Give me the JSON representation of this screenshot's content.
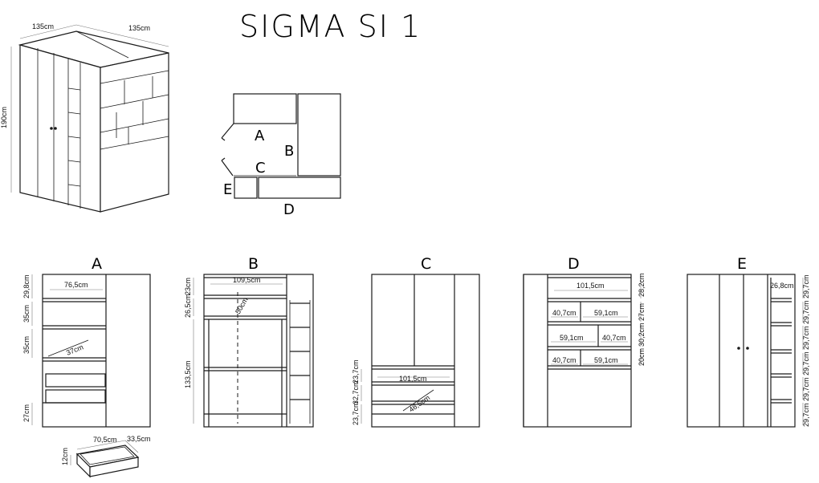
{
  "title": "SIGMA SI 1",
  "iso": {
    "width": "135cm",
    "depth": "135cm",
    "height": "190cm"
  },
  "plan_labels": {
    "a": "A",
    "b": "B",
    "c": "C",
    "d": "D",
    "e": "E"
  },
  "views": {
    "a": {
      "label": "A",
      "w": "76,5cm",
      "diag": "37cm",
      "h1": "29,8cm",
      "h2": "35cm",
      "h3": "35cm",
      "h4": "27cm"
    },
    "b": {
      "label": "B",
      "w": "109,5cm",
      "diag": "50cm",
      "h1": "23cm",
      "h2": "26,5cm",
      "h3": "133,5cm"
    },
    "c": {
      "label": "C",
      "w": "101,5cm",
      "diag": "48,5cm",
      "h1": "23,7cm",
      "h2": "32,7cm",
      "h3": "23,7cm"
    },
    "d": {
      "label": "D",
      "w": "101,5cm",
      "w2": "40,7cm",
      "w3": "59,1cm",
      "w4": "59,1cm",
      "w5": "40,7cm",
      "w6": "40,7cm",
      "w7": "59,1cm",
      "h1": "28,2cm",
      "h2": "27cm",
      "h3": "30,2cm",
      "h4": "20cm"
    },
    "e": {
      "label": "E",
      "w": "26,8cm",
      "h1": "29,7cm",
      "h2": "29,7cm",
      "h3": "29,7cm",
      "h4": "29,7cm",
      "h5": "29,7cm",
      "h6": "29,7cm"
    }
  },
  "drawer": {
    "w": "70,5cm",
    "d": "33,5cm",
    "h": "12cm"
  }
}
